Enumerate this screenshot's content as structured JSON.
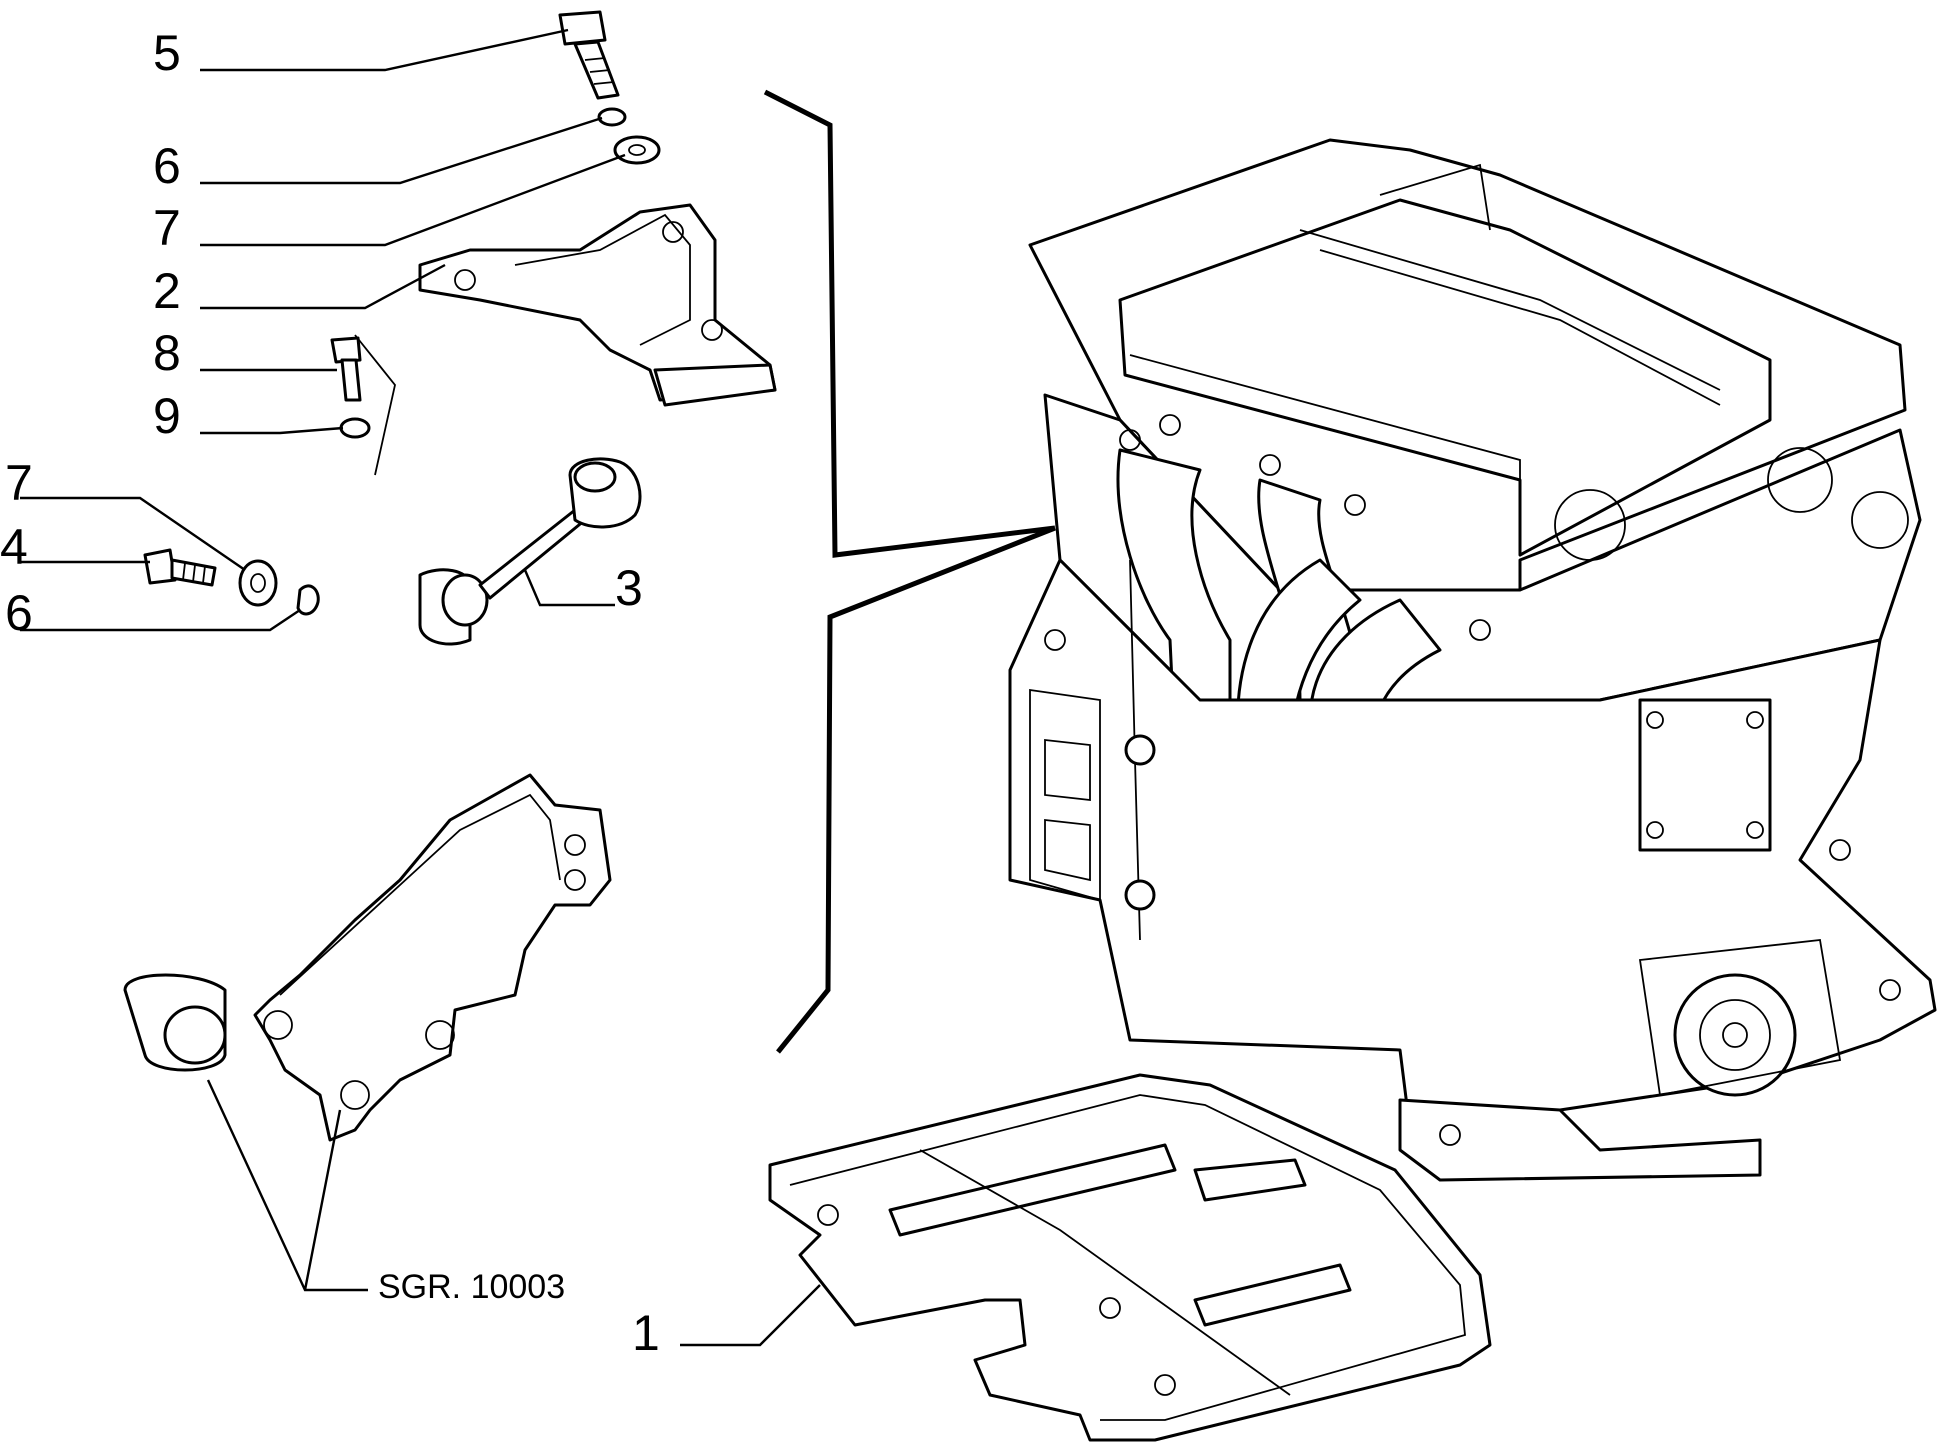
{
  "callouts": [
    {
      "id": "c5",
      "label": "5"
    },
    {
      "id": "c6a",
      "label": "6"
    },
    {
      "id": "c7a",
      "label": "7"
    },
    {
      "id": "c2",
      "label": "2"
    },
    {
      "id": "c8",
      "label": "8"
    },
    {
      "id": "c9",
      "label": "9"
    },
    {
      "id": "c7b",
      "label": "7"
    },
    {
      "id": "c4",
      "label": "4"
    },
    {
      "id": "c6b",
      "label": "6"
    },
    {
      "id": "c3",
      "label": "3"
    },
    {
      "id": "c1",
      "label": "1"
    }
  ],
  "reference": {
    "label": "SGR. 10003"
  }
}
